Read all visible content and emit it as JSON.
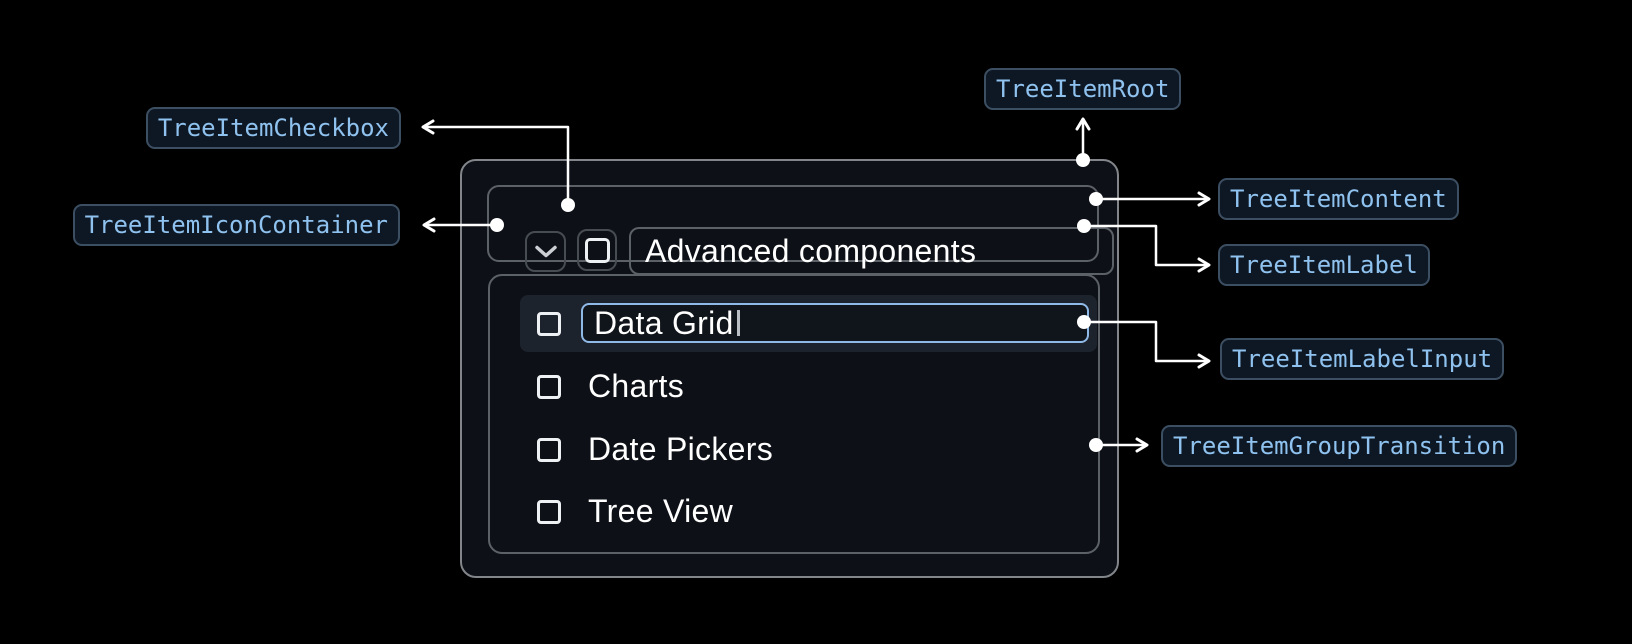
{
  "anatomy": {
    "root": "TreeItemRoot",
    "checkbox": "TreeItemCheckbox",
    "icon_container": "TreeItemIconContainer",
    "content": "TreeItemContent",
    "label": "TreeItemLabel",
    "label_input": "TreeItemLabelInput",
    "group_transition": "TreeItemGroupTransition"
  },
  "tree": {
    "parent": {
      "label": "Advanced components",
      "expanded": true,
      "checked": false
    },
    "label_input": {
      "value": "Data Grid"
    },
    "items": [
      {
        "label": "Data Grid",
        "editing": true,
        "checked": false
      },
      {
        "label": "Charts",
        "checked": false
      },
      {
        "label": "Date Pickers",
        "checked": false
      },
      {
        "label": "Tree View",
        "checked": false
      }
    ],
    "icons": {
      "expand": "chevron-down-icon",
      "checkbox": "checkbox-unchecked-icon"
    }
  },
  "colors": {
    "background": "#000000",
    "panel_bg": "#0d1117",
    "panel_border": "#82868b",
    "box_border": "#5c6167",
    "inner_box_border": "#474c52",
    "selected_row_bg": "#1d232d",
    "input_bg": "#10151b",
    "input_border": "#8fb9e6",
    "text": "#ffffff",
    "chevron": "#ccd0d4",
    "checkbox": "#eef1f3",
    "caret": "#b9bec4",
    "connector": "#ffffff",
    "badge_bg": "#0e1825",
    "badge_border": "#3c4e61",
    "badge_text": "#8fc2ee"
  }
}
